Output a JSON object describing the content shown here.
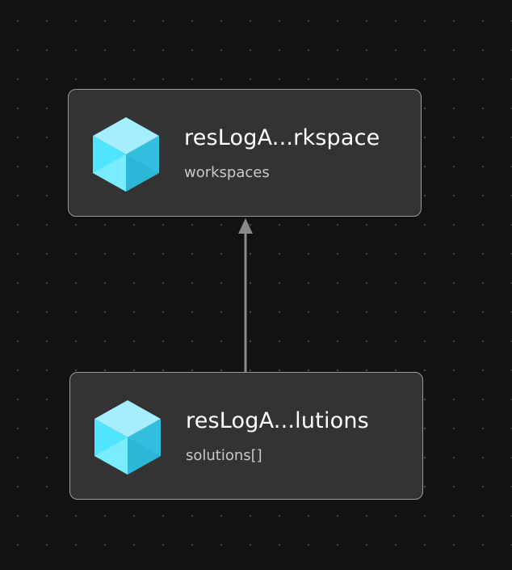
{
  "nodes": [
    {
      "title": "resLogA...rkspace",
      "subtitle": "workspaces",
      "icon": "resource-cube-icon"
    },
    {
      "title": "resLogA...lutions",
      "subtitle": "solutions[]",
      "icon": "resource-cube-icon"
    }
  ],
  "edges": [
    {
      "from": "resLogA...lutions",
      "to": "resLogA...rkspace"
    }
  ],
  "colors": {
    "background": "#121212",
    "node_fill": "#333333",
    "node_border": "#9a9a9a",
    "edge": "#8a8a8a",
    "cube_top": "#a4eeff",
    "cube_left": "#50e6ff",
    "cube_right": "#32bedd"
  }
}
